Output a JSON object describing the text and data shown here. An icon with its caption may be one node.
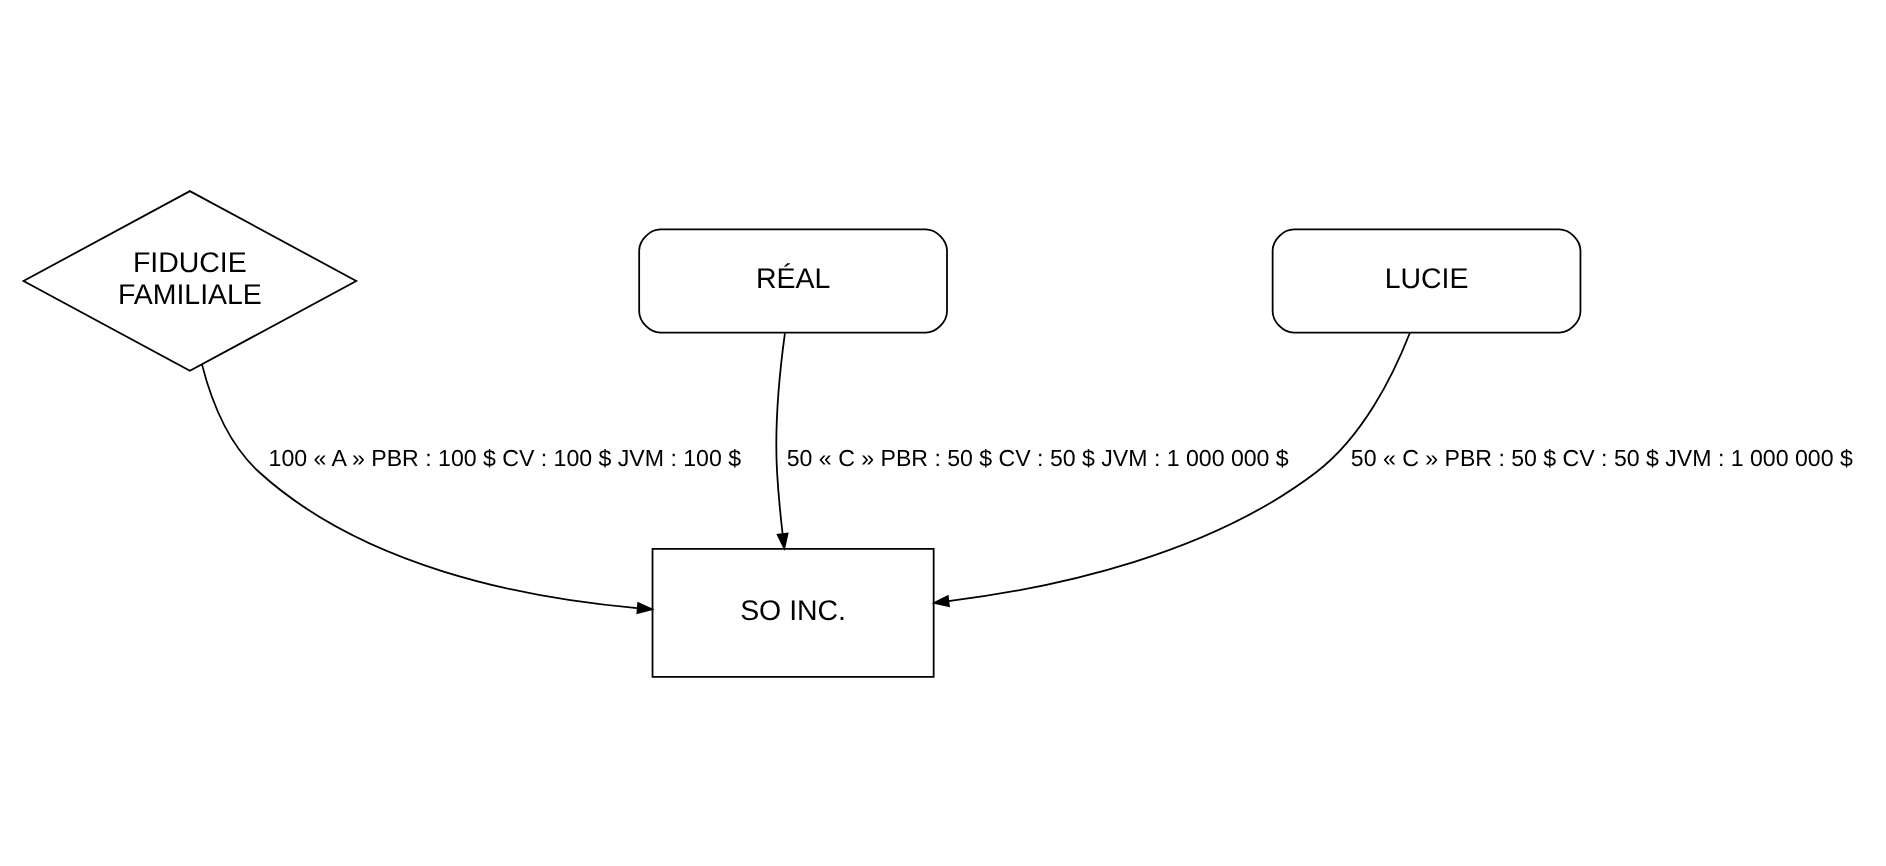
{
  "diagram": {
    "nodes": [
      {
        "text": [
          "FIDUCIE FAMILIALE"
        ]
      },
      {
        "text": [
          "RÉAL"
        ]
      },
      {
        "text": [
          "LUCIE"
        ]
      },
      {
        "text": [
          "SO INC."
        ]
      }
    ],
    "edges": [
      {
        "from": 0,
        "to": 3,
        "arrow": "to",
        "label": "100 « A » PBR : 100 $ CV : 100 $ JVM : 100 $"
      },
      {
        "from": 1,
        "to": 3,
        "arrow": "to",
        "label": "50 « C » PBR : 50 $ CV : 50 $ JVM : 1 000 000 $"
      },
      {
        "from": 2,
        "to": 3,
        "arrow": "to",
        "label": "50 « C » PBR : 50 $ CV : 50 $ JVM : 1 000 000 $"
      }
    ]
  }
}
